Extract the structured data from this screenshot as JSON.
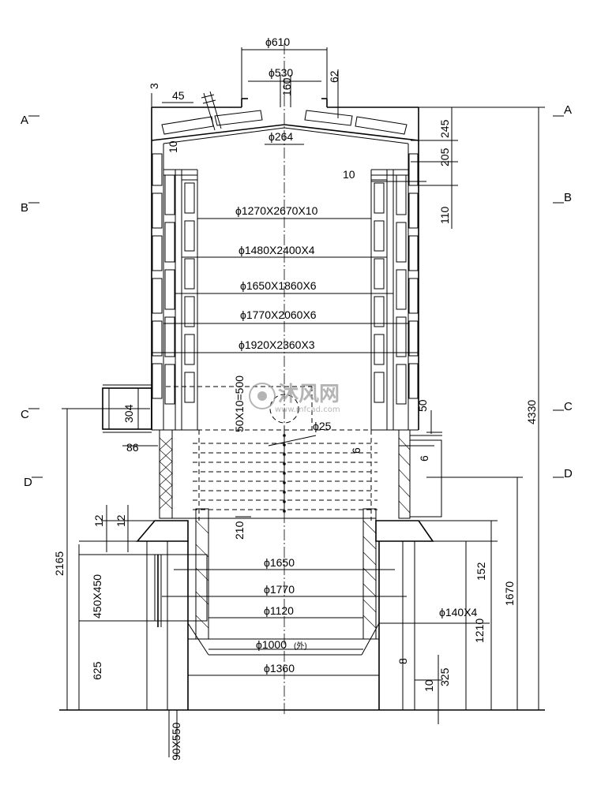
{
  "section_marks": {
    "left": [
      "A",
      "B",
      "C",
      "D"
    ],
    "right": [
      "A",
      "B",
      "C",
      "D"
    ]
  },
  "top": {
    "d610": "ϕ610",
    "d530": "ϕ530",
    "dim_3": "3",
    "dim_45": "45",
    "dim_160": "160",
    "dim_62": "62",
    "d264": "ϕ264",
    "dim_10": "10"
  },
  "right_dims": {
    "d245": "245",
    "d205": "205",
    "d110": "110",
    "d10": "10",
    "d4330": "4330",
    "d50": "50",
    "d6a": "6",
    "d6b": "6",
    "d152": "152",
    "d1670": "1670",
    "d1210": "1210",
    "d140x4": "ϕ140X4",
    "d8": "8",
    "d10b": "10",
    "d325": "325"
  },
  "left_dims": {
    "d304": "304",
    "d86": "86",
    "d12a": "12",
    "d12b": "12",
    "d2165": "2165",
    "d450": "450X450",
    "d625": "625",
    "d550": "90X550"
  },
  "inner_labels": {
    "l1": "ϕ1270X2670X10",
    "l2": "ϕ1480X2400X4",
    "l3": "ϕ1650X1860X6",
    "l4": "ϕ1770X2060X6",
    "l5": "ϕ1920X2360X3",
    "l6": "50X10=500",
    "l7": "ϕ25",
    "l8": "210"
  },
  "base_labels": {
    "b1": "ϕ1650",
    "b2": "ϕ1770",
    "b3": "ϕ1120",
    "b4": "ϕ1000",
    "b4_note": "(外)",
    "b5": "ϕ1360"
  },
  "watermark": {
    "cn": "沐风网",
    "url": "www.mfcad.com"
  }
}
